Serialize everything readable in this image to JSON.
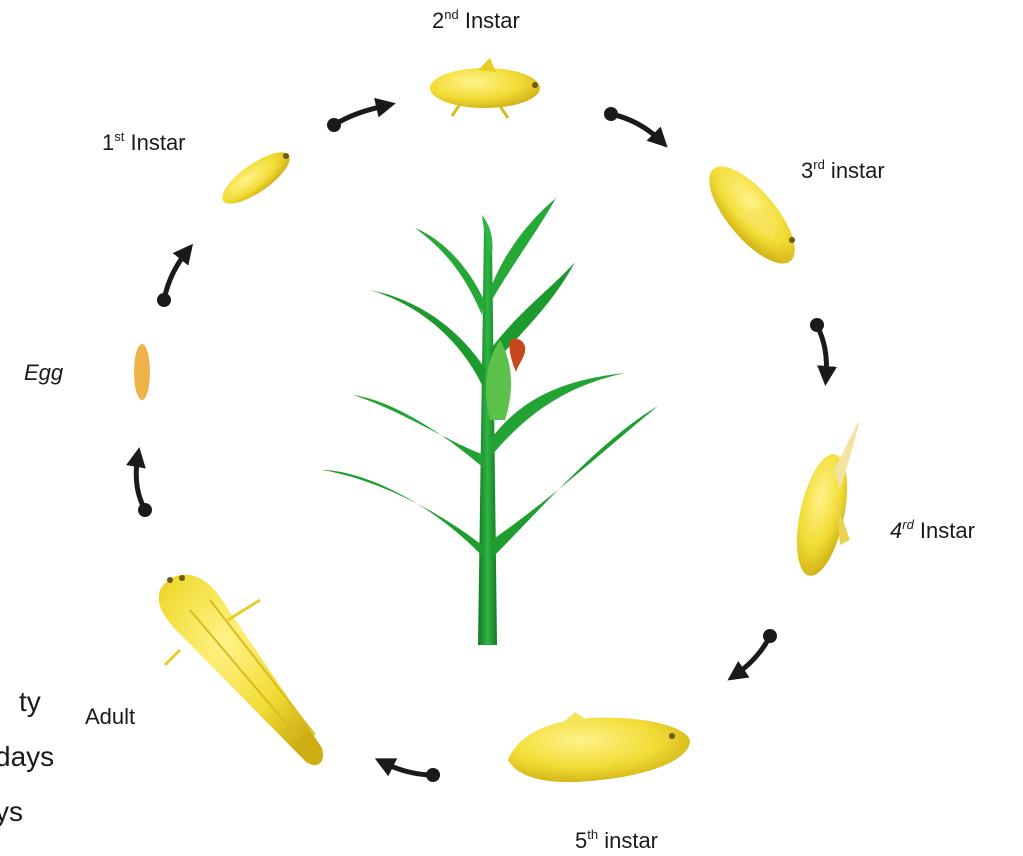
{
  "stages": {
    "egg": {
      "text": "Egg"
    },
    "first_instar": {
      "ordinal": "1",
      "suffix": "st",
      "word": " Instar"
    },
    "second_instar": {
      "ordinal": "2",
      "suffix": "nd",
      "word": " Instar"
    },
    "third_instar": {
      "ordinal": "3",
      "suffix": "rd",
      "word": " instar"
    },
    "fourth_instar": {
      "ordinal": "4",
      "suffix": "rd",
      "word": " Instar"
    },
    "fifth_instar": {
      "ordinal": "5",
      "suffix": "th",
      "word": " instar"
    },
    "adult": {
      "text": "Adult"
    }
  },
  "cropped_text": [
    "ty",
    "days",
    "ys"
  ],
  "colors": {
    "insect": "#f1dc35",
    "insect_dark": "#c9a90f",
    "egg": "#efb24a",
    "plant": "#1f9e2f",
    "plant_dark": "#137a22",
    "pest": "#c8471b",
    "arrow": "#1a1a1a"
  }
}
